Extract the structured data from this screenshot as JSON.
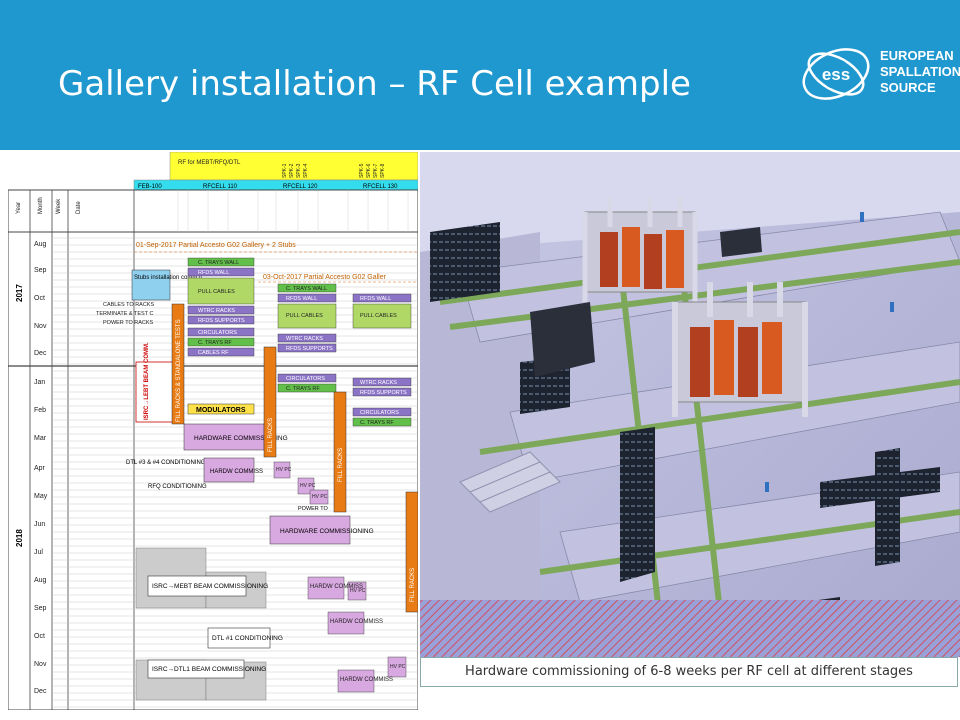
{
  "slide": {
    "title": "Gallery installation – RF Cell example"
  },
  "logo": {
    "mark": "ess",
    "lines": [
      "EUROPEAN",
      "SPALLATION",
      "SOURCE"
    ]
  },
  "schedule": {
    "top_header": "RF for MEBT/RFQ/DTL",
    "spk_groups": [
      [
        "SPK-1",
        "SPK-2",
        "SPK-3",
        "SPK-4"
      ],
      [
        "SPK-5",
        "SPK-6",
        "SPK-7",
        "SPK-8"
      ]
    ],
    "column_groups": [
      "FEB-100",
      "RFCELL 110",
      "RFCELL 120",
      "RFCELL 130"
    ],
    "columns": [
      "Year",
      "Month",
      "Week",
      "Date"
    ],
    "years": [
      "2017",
      "2018"
    ],
    "months_2017": [
      "Aug",
      "Sep",
      "Oct",
      "Nov",
      "Dec"
    ],
    "months_2018": [
      "Jan",
      "Feb",
      "Mar",
      "Apr",
      "May",
      "Jun",
      "Jul",
      "Aug",
      "Sep",
      "Oct",
      "Nov",
      "Dec"
    ],
    "milestone_1": "01-Sep-2017 Partial Accesto G02 Gallery + 2 Stubs",
    "milestone_2": "03-Oct-2017 Partial Accesto G02 Galler",
    "labels": {
      "stubs": "Stubs installation comm'n",
      "cables_racks": "CABLES TO RACKS",
      "terminate": "TERMINATE & TEST C",
      "power_racks": "POWER TO RACKS",
      "trays_wall": "C. TRAYS WALL",
      "rfds_wall": "RFDS WALL",
      "pull_cables": "PULL CABLES",
      "wtrc_racks": "WTRC RACKS",
      "rfds_supports": "RFDS SUPPORTS",
      "circulators": "CIRCULATORS",
      "trays_rf": "C. TRAYS RF",
      "cables_rf": "CABLES RF",
      "modulators": "MODULATORS",
      "hw_comm": "HARDWARE COMMISSIONING",
      "hw_comm_short": "HARDW COMMISS",
      "isrc_lebt": "ISRC→LEBT BEAM COMM.",
      "fill_racks": "FILL RACKS",
      "fill_racks_standalone": "FILL RACKS & STANDALONE TESTS",
      "dtl_34": "DTL #3 & #4 CONDITIONING",
      "rfq_cond": "RFQ CONDITIONING",
      "isrc_mebt": "ISRC→MEBT BEAM COMMISSIONING",
      "dtl_1": "DTL #1 CONDITIONING",
      "isrc_dtl1": "ISRC→DTL1 BEAM COMMISSIONING",
      "hv_pc": "HV PC",
      "power_to": "POWER TO"
    }
  },
  "render": {
    "caption": "Hardware commissioning of 6-8 weeks per RF cell at different stages"
  }
}
